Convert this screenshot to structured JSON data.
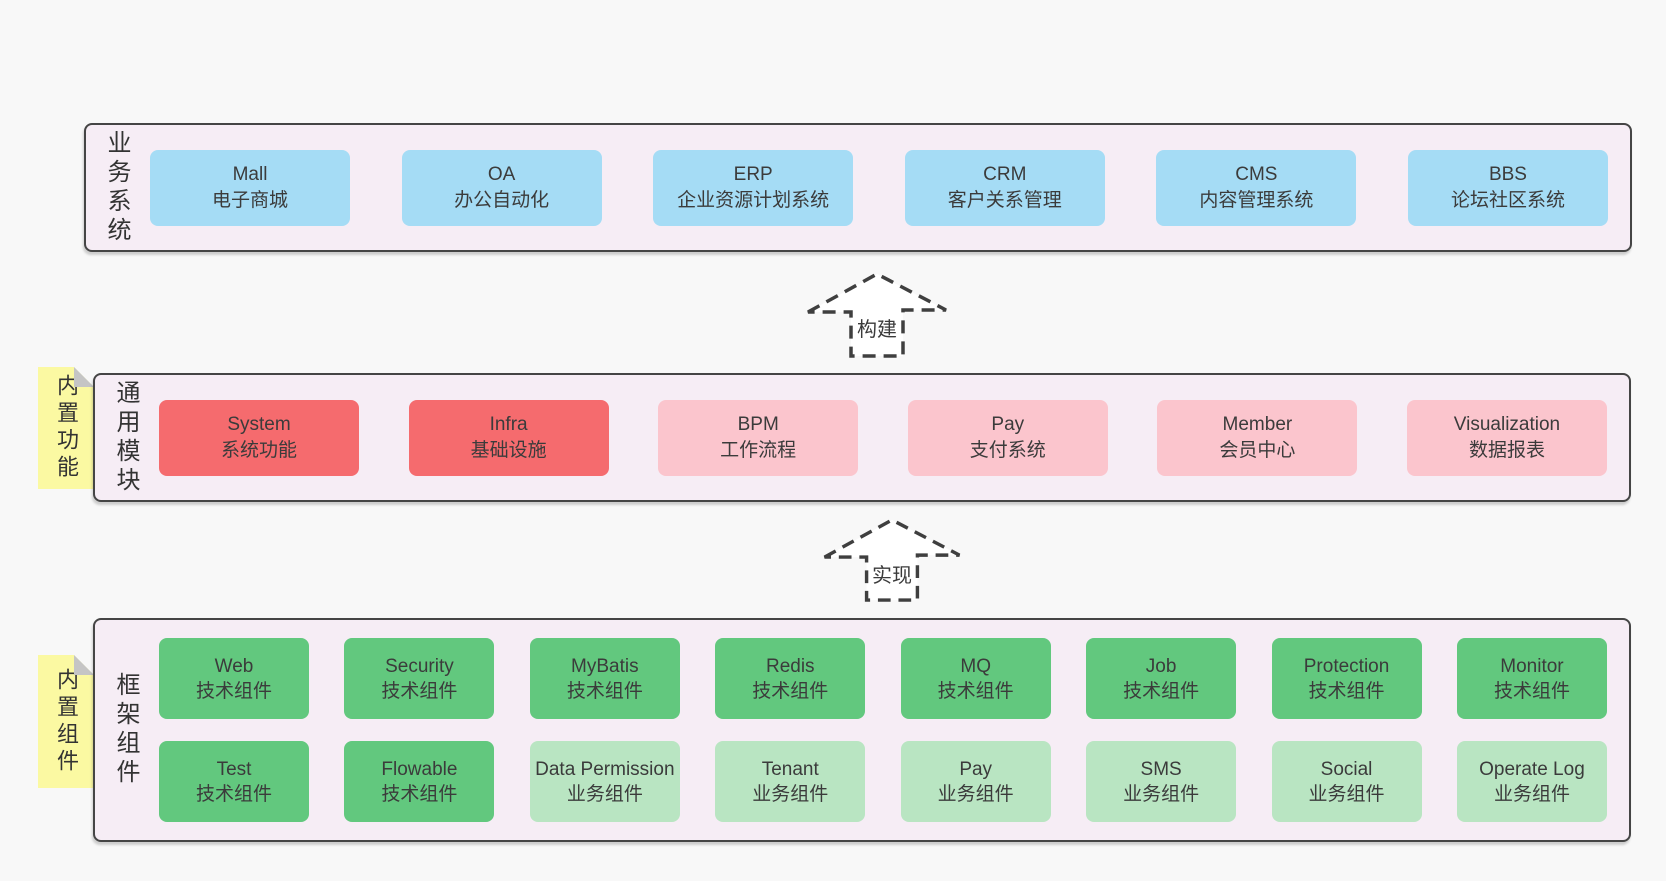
{
  "colors": {
    "page_background": "#f8f8f8",
    "panel_background": "#f6edf5",
    "panel_border": "#454545",
    "blue_box": "#a5dcf5",
    "red_box": "#f56b6e",
    "pink_box": "#fbc5cd",
    "green_box": "#62c87e",
    "light_green_box": "#b9e5c2",
    "sticky_note": "#fbf9a2",
    "note_fold": "#c5c5c5",
    "text": "#3b3b3b"
  },
  "arrows": {
    "build": {
      "label": "构建"
    },
    "implement": {
      "label": "实现"
    }
  },
  "layers": {
    "business": {
      "label": "业务系统",
      "boxes": [
        {
          "en": "Mall",
          "zh": "电子商城",
          "variant": "blue"
        },
        {
          "en": "OA",
          "zh": "办公自动化",
          "variant": "blue"
        },
        {
          "en": "ERP",
          "zh": "企业资源计划系统",
          "variant": "blue"
        },
        {
          "en": "CRM",
          "zh": "客户关系管理",
          "variant": "blue"
        },
        {
          "en": "CMS",
          "zh": "内容管理系统",
          "variant": "blue"
        },
        {
          "en": "BBS",
          "zh": "论坛社区系统",
          "variant": "blue"
        }
      ]
    },
    "modules": {
      "label": "通用模块",
      "note": "内置功能",
      "boxes": [
        {
          "en": "System",
          "zh": "系统功能",
          "variant": "red"
        },
        {
          "en": "Infra",
          "zh": "基础设施",
          "variant": "red"
        },
        {
          "en": "BPM",
          "zh": "工作流程",
          "variant": "pink"
        },
        {
          "en": "Pay",
          "zh": "支付系统",
          "variant": "pink"
        },
        {
          "en": "Member",
          "zh": "会员中心",
          "variant": "pink"
        },
        {
          "en": "Visualization",
          "zh": "数据报表",
          "variant": "pink"
        }
      ]
    },
    "framework": {
      "label": "框架组件",
      "note": "内置组件",
      "row1": [
        {
          "en": "Web",
          "zh": "技术组件",
          "variant": "green"
        },
        {
          "en": "Security",
          "zh": "技术组件",
          "variant": "green"
        },
        {
          "en": "MyBatis",
          "zh": "技术组件",
          "variant": "green"
        },
        {
          "en": "Redis",
          "zh": "技术组件",
          "variant": "green"
        },
        {
          "en": "MQ",
          "zh": "技术组件",
          "variant": "green"
        },
        {
          "en": "Job",
          "zh": "技术组件",
          "variant": "green"
        },
        {
          "en": "Protection",
          "zh": "技术组件",
          "variant": "green"
        },
        {
          "en": "Monitor",
          "zh": "技术组件",
          "variant": "green"
        }
      ],
      "row2": [
        {
          "en": "Test",
          "zh": "技术组件",
          "variant": "green"
        },
        {
          "en": "Flowable",
          "zh": "技术组件",
          "variant": "green"
        },
        {
          "en": "Data Permission",
          "zh": "业务组件",
          "variant": "light-green"
        },
        {
          "en": "Tenant",
          "zh": "业务组件",
          "variant": "light-green"
        },
        {
          "en": "Pay",
          "zh": "业务组件",
          "variant": "light-green"
        },
        {
          "en": "SMS",
          "zh": "业务组件",
          "variant": "light-green"
        },
        {
          "en": "Social",
          "zh": "业务组件",
          "variant": "light-green"
        },
        {
          "en": "Operate Log",
          "zh": "业务组件",
          "variant": "light-green"
        }
      ]
    }
  }
}
